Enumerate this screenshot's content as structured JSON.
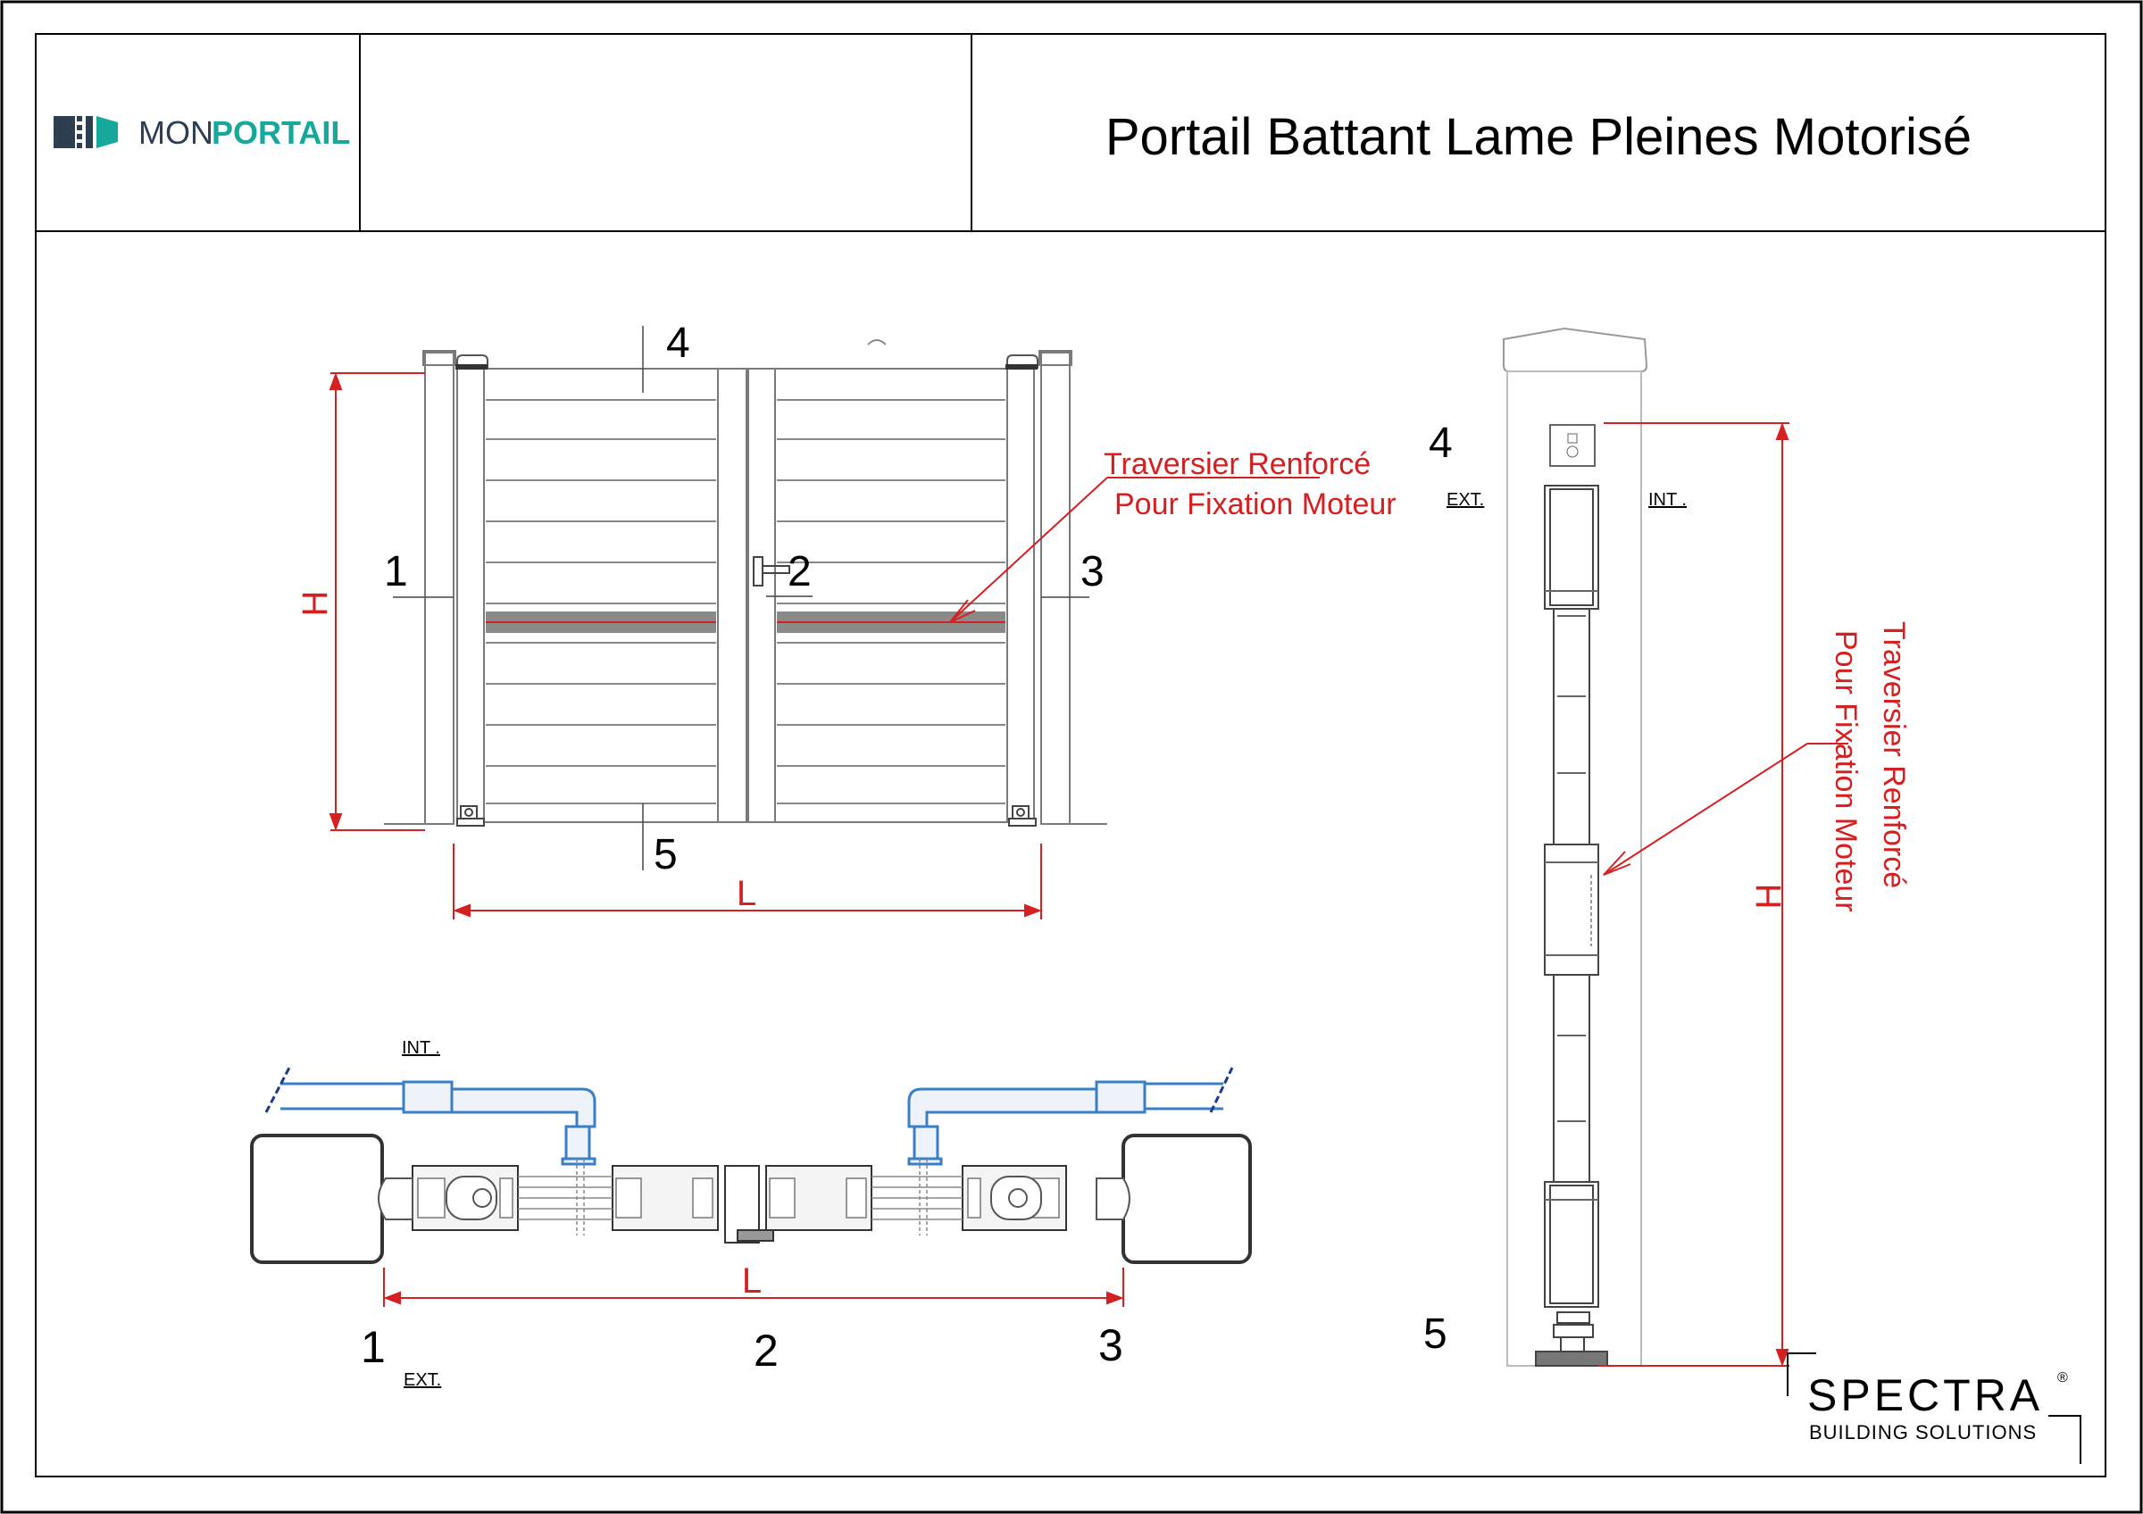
{
  "header": {
    "logo_prefix": "MON",
    "logo_suffix": "PORTAIL",
    "title": "Portail Battant Lame Pleines  Motorisé"
  },
  "front_view": {
    "labels": [
      "1",
      "2",
      "3",
      "4",
      "5"
    ],
    "dim_height": "H",
    "dim_width": "L",
    "annotation_line1": "Traversier  Renforcé",
    "annotation_line2": "Pour Fixation Moteur"
  },
  "plan_view": {
    "int_label": "INT .",
    "ext_label": "EXT.",
    "dim_width": "L",
    "labels": [
      "1",
      "2",
      "3"
    ]
  },
  "section_view": {
    "label_top": "4",
    "label_bottom": "5",
    "ext_label": "EXT.",
    "int_label": "INT .",
    "dim_height": "H",
    "annotation_line1": "Traversier  Renforcé",
    "annotation_line2": "Pour Fixation Moteur"
  },
  "brand": {
    "name": "SPECTRA",
    "registered": "®",
    "tagline": "BUILDING SOLUTIONS"
  },
  "colors": {
    "annotation_red": "#d42020",
    "logo_teal": "#16a89a",
    "logo_navy": "#2c3e50",
    "actuator_blue": "#3a7fc4"
  }
}
